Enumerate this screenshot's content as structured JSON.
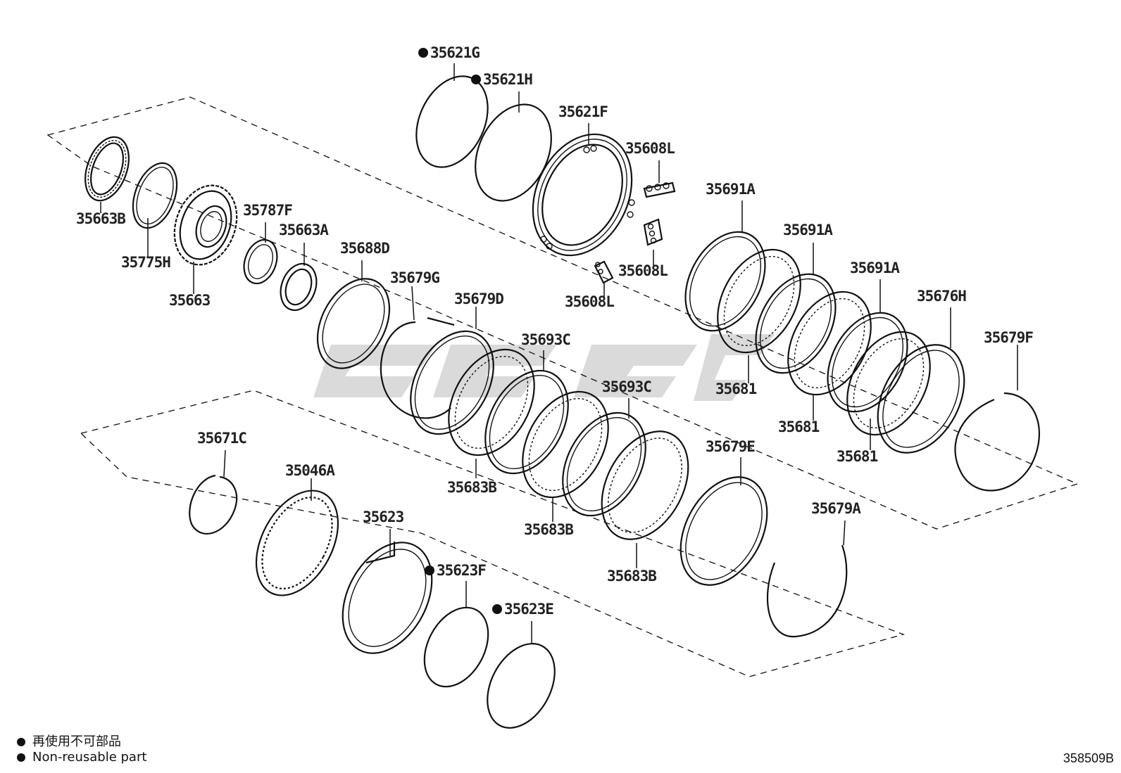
{
  "diagram_code": "358509B",
  "legend": [
    {
      "symbol": "dot",
      "text": "再使用不可部品"
    },
    {
      "symbol": "dot",
      "text": "Non-reusable part"
    }
  ],
  "parts": [
    {
      "id": "35621G",
      "non_reusable": true
    },
    {
      "id": "35621H",
      "non_reusable": true
    },
    {
      "id": "35621F",
      "non_reusable": false
    },
    {
      "id": "35608L",
      "non_reusable": false
    },
    {
      "id": "35608L",
      "non_reusable": false
    },
    {
      "id": "35608L",
      "non_reusable": false
    },
    {
      "id": "35663B",
      "non_reusable": false
    },
    {
      "id": "35775H",
      "non_reusable": false
    },
    {
      "id": "35663",
      "non_reusable": false
    },
    {
      "id": "35787F",
      "non_reusable": false
    },
    {
      "id": "35663A",
      "non_reusable": false
    },
    {
      "id": "35688D",
      "non_reusable": false
    },
    {
      "id": "35679G",
      "non_reusable": false
    },
    {
      "id": "35679D",
      "non_reusable": false
    },
    {
      "id": "35693C",
      "non_reusable": false
    },
    {
      "id": "35693C",
      "non_reusable": false
    },
    {
      "id": "35683B",
      "non_reusable": false
    },
    {
      "id": "35683B",
      "non_reusable": false
    },
    {
      "id": "35683B",
      "non_reusable": false
    },
    {
      "id": "35691A",
      "non_reusable": false
    },
    {
      "id": "35691A",
      "non_reusable": false
    },
    {
      "id": "35691A",
      "non_reusable": false
    },
    {
      "id": "35681",
      "non_reusable": false
    },
    {
      "id": "35681",
      "non_reusable": false
    },
    {
      "id": "35681",
      "non_reusable": false
    },
    {
      "id": "35676H",
      "non_reusable": false
    },
    {
      "id": "35679F",
      "non_reusable": false
    },
    {
      "id": "35679E",
      "non_reusable": false
    },
    {
      "id": "35679A",
      "non_reusable": false
    },
    {
      "id": "35671C",
      "non_reusable": false
    },
    {
      "id": "35046A",
      "non_reusable": false
    },
    {
      "id": "35623",
      "non_reusable": false
    },
    {
      "id": "35623F",
      "non_reusable": true
    },
    {
      "id": "35623E",
      "non_reusable": true
    }
  ]
}
